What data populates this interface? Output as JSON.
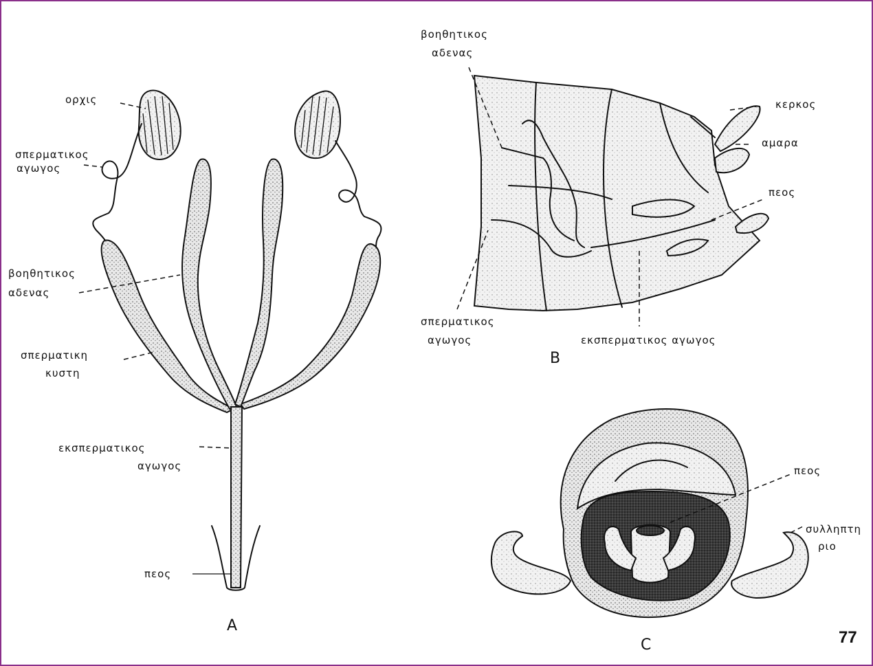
{
  "page_number": "77",
  "panels": {
    "a": {
      "letter": "A",
      "labels": {
        "orchis": "ορχις",
        "spermatikos_1": "σπερματικος",
        "spermatikos_2": "αγωγος",
        "vohthitikos_1": "βοηθητικος",
        "vohthitikos_2": "αδενας",
        "kysti_1": "σπερματικη",
        "kysti_2": "κυστη",
        "ekspermatikos_1": "εκσπερματικος",
        "ekspermatikos_2": "αγωγος",
        "peos": "πεος"
      }
    },
    "b": {
      "letter": "B",
      "labels": {
        "vohthitikos_1": "βοηθητικος",
        "vohthitikos_2": "αδενας",
        "kerkos": "κερκος",
        "amara": "αμαρα",
        "peos": "πεος",
        "spermatikos_1": "σπερματικος",
        "spermatikos_2": "αγωγος",
        "ekspermatikos": "εκσπερματικος αγωγος"
      }
    },
    "c": {
      "letter": "C",
      "labels": {
        "peos": "πεος",
        "syllipt_1": "συλληπτη",
        "syllipt_2": "ριο"
      }
    }
  },
  "colors": {
    "frame": "#8a2f8a",
    "ink": "#111111"
  }
}
